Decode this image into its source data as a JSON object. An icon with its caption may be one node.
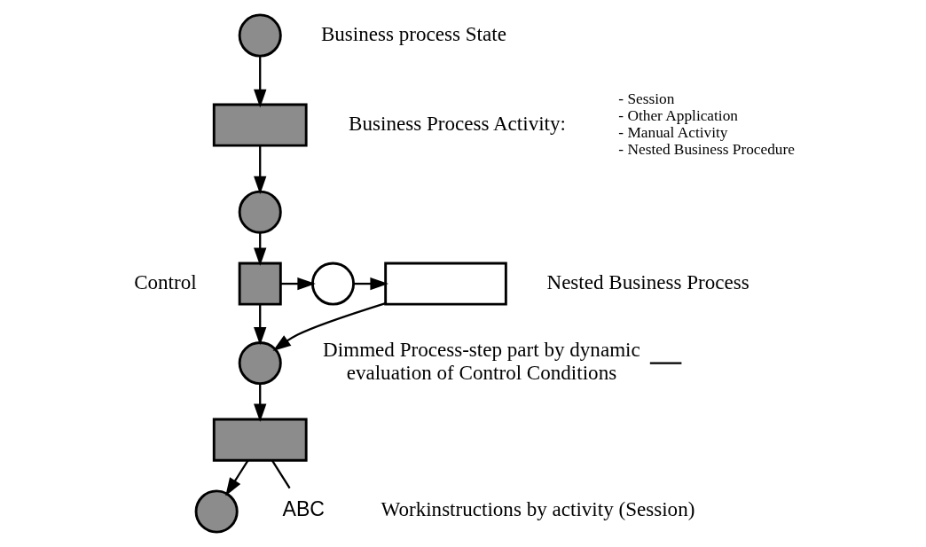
{
  "diagram": {
    "nodes": [
      {
        "text": [],
        "shape": "circle",
        "beside": [
          "Business process State"
        ]
      },
      {
        "text": [],
        "shape": "box",
        "beside": [
          "Business Process Activity:"
        ]
      },
      {
        "text": [],
        "shape": "circle"
      },
      {
        "text": [],
        "shape": "box",
        "beside": [
          "Control"
        ]
      },
      {
        "text": [],
        "shape": "circle"
      },
      {
        "text": [],
        "shape": "box",
        "beside": [
          "Nested Business Process"
        ]
      },
      {
        "text": [],
        "shape": "circle"
      },
      {
        "text": [],
        "shape": "box"
      },
      {
        "text": [],
        "shape": "circle"
      },
      {
        "text": [
          "Dimmed Process-step part by dynamic evaluation of Control Conditions"
        ]
      },
      {
        "text": [
          "ABC"
        ],
        "beside": [
          "Workinstructions by activity (Session)"
        ]
      }
    ],
    "edges": [
      {
        "from": 0,
        "to": 1,
        "arrow": "to"
      },
      {
        "from": 1,
        "to": 2,
        "arrow": "to"
      },
      {
        "from": 2,
        "to": 3,
        "arrow": "to"
      },
      {
        "from": 3,
        "to": 4,
        "arrow": "to"
      },
      {
        "from": 4,
        "to": 5,
        "arrow": "to"
      },
      {
        "from": 3,
        "to": 6,
        "arrow": "to"
      },
      {
        "from": 5,
        "to": 6,
        "arrow": "to"
      },
      {
        "from": 6,
        "to": 7,
        "arrow": "to"
      },
      {
        "from": 7,
        "to": 8,
        "arrow": "to"
      },
      {
        "from": 9,
        "to": null,
        "arrow": "none"
      },
      {
        "from": 10,
        "to": 7,
        "arrow": "none"
      }
    ],
    "labels": [
      "- Session",
      "- Other Application",
      "- Manual Activity",
      "- Nested Business Procedure"
    ]
  }
}
